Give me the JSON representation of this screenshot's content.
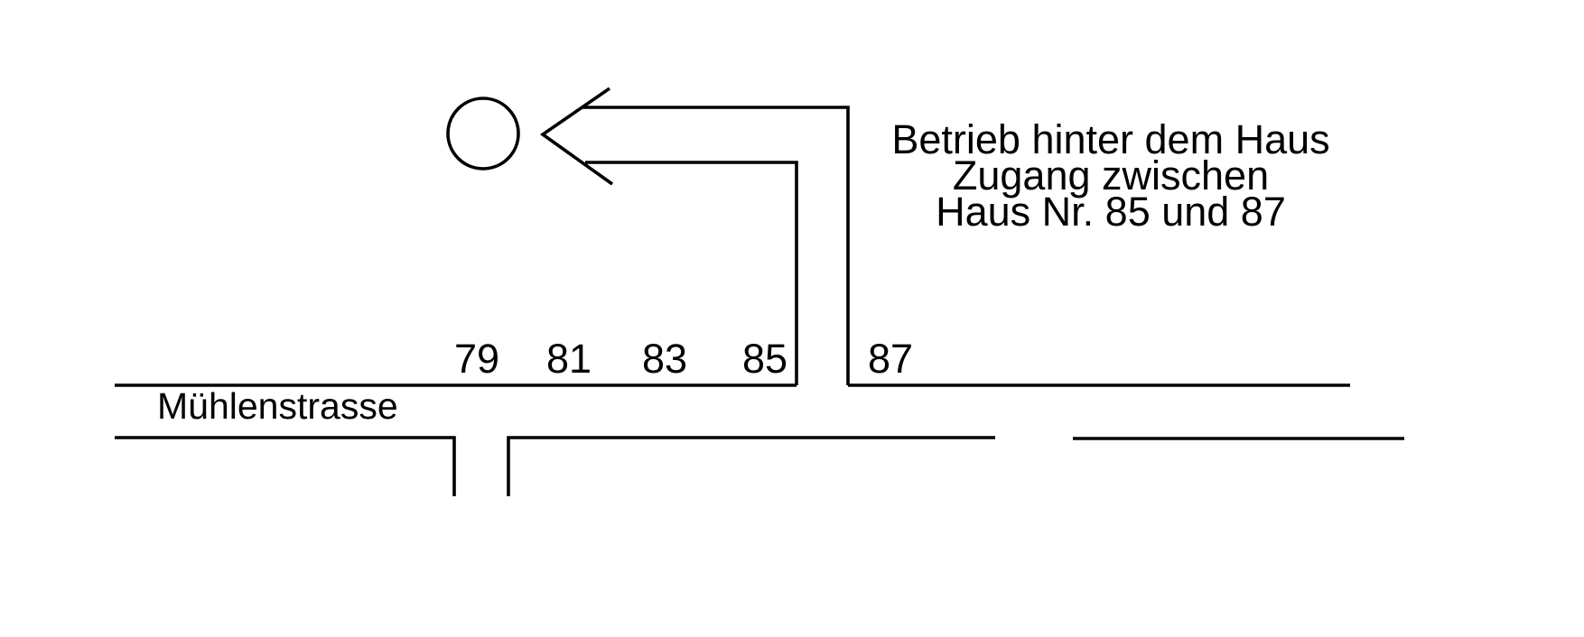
{
  "canvas": {
    "background": "#ffffff",
    "line_color": "#000000"
  },
  "note": {
    "lines": [
      "Betrieb hinter dem Haus",
      "Zugang zwischen",
      "Haus Nr. 85 und 87"
    ]
  },
  "street": {
    "name": "Mühlenstrasse"
  },
  "houses": [
    {
      "number": "79"
    },
    {
      "number": "81"
    },
    {
      "number": "83"
    },
    {
      "number": "85"
    },
    {
      "number": "87"
    }
  ],
  "icons": {
    "destination_marker": "circle-outline",
    "route_pointer": "left-arrow"
  }
}
